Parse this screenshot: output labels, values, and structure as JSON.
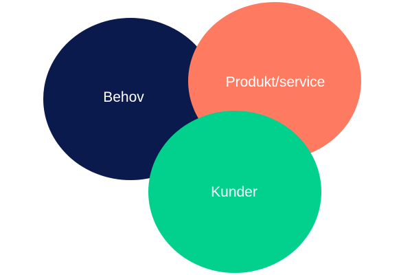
{
  "diagram": {
    "circles": [
      {
        "label": "Behov",
        "color": "#0b1a4c"
      },
      {
        "label": "Produkt/service",
        "color": "#fe7b62"
      },
      {
        "label": "Kunder",
        "color": "#02d18d"
      }
    ]
  }
}
